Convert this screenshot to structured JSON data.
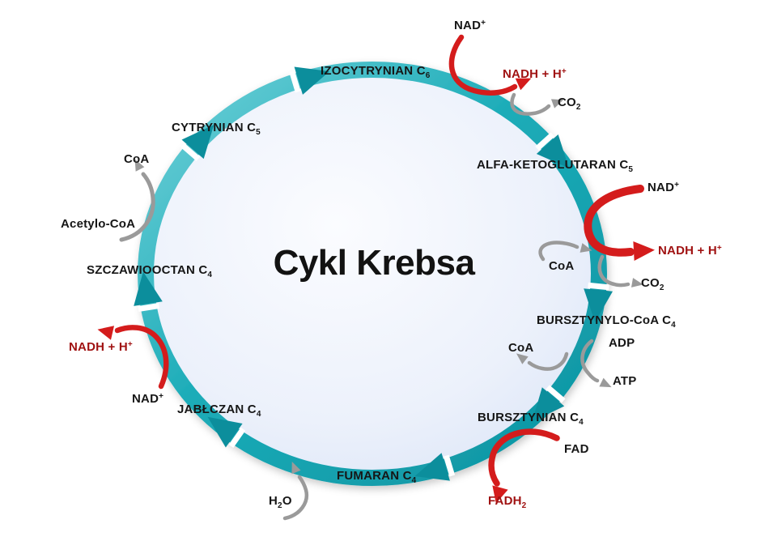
{
  "title": "Cykl Krebsa",
  "colors": {
    "cycle_teal": "#17a4b0",
    "cycle_teal_dark": "#0c8e9c",
    "cycle_teal_light": "#6fd0d8",
    "inner_fill": "#e3eaf8",
    "arrow_red": "#d41c1c",
    "text_dark_red": "#a01212",
    "arrow_gray": "#9a9a9a",
    "text_black": "#161616"
  },
  "metabolites": {
    "izocytrynian": {
      "name": "IZOCYTRYNIAN C",
      "sub": "6"
    },
    "alfa_ketoglutaran": {
      "name": "ALFA-KETOGLUTARAN C",
      "sub": "5"
    },
    "bursztynylo_coa": {
      "name": "BURSZTYNYLO-CoA C",
      "sub": "4"
    },
    "bursztynian": {
      "name": "BURSZTYNIAN C",
      "sub": "4"
    },
    "fumaran": {
      "name": "FUMARAN C",
      "sub": "4"
    },
    "jablczan": {
      "name": "JABŁCZAN C",
      "sub": "4"
    },
    "szczawiooctan": {
      "name": "SZCZAWIOOCTAN C",
      "sub": "4"
    },
    "cytrynian": {
      "name": "CYTRYNIAN C",
      "sub": "5"
    }
  },
  "cofactors": {
    "nad_top": {
      "name": "NAD",
      "sup": "+"
    },
    "nadh_top": {
      "name": "NADH + H",
      "sup": "+"
    },
    "co2_top": {
      "name": "CO",
      "sub": "2"
    },
    "nad_right": {
      "name": "NAD",
      "sup": "+"
    },
    "nadh_right": {
      "name": "NADH + H",
      "sup": "+"
    },
    "coa_right": {
      "name": "CoA"
    },
    "co2_right": {
      "name": "CO",
      "sub": "2"
    },
    "coa_lower": {
      "name": "CoA"
    },
    "adp": {
      "name": "ADP"
    },
    "atp": {
      "name": "ATP"
    },
    "fad": {
      "name": "FAD"
    },
    "fadh2": {
      "name": "FADH",
      "sub": "2"
    },
    "h2o": {
      "pre": "H",
      "sub": "2",
      "post": "O"
    },
    "nad_left": {
      "name": "NAD",
      "sup": "+"
    },
    "nadh_left": {
      "name": "NADH + H",
      "sup": "+"
    },
    "acetylo_coa": {
      "name": "Acetylo-CoA"
    },
    "coa_topleft": {
      "name": "CoA"
    }
  }
}
